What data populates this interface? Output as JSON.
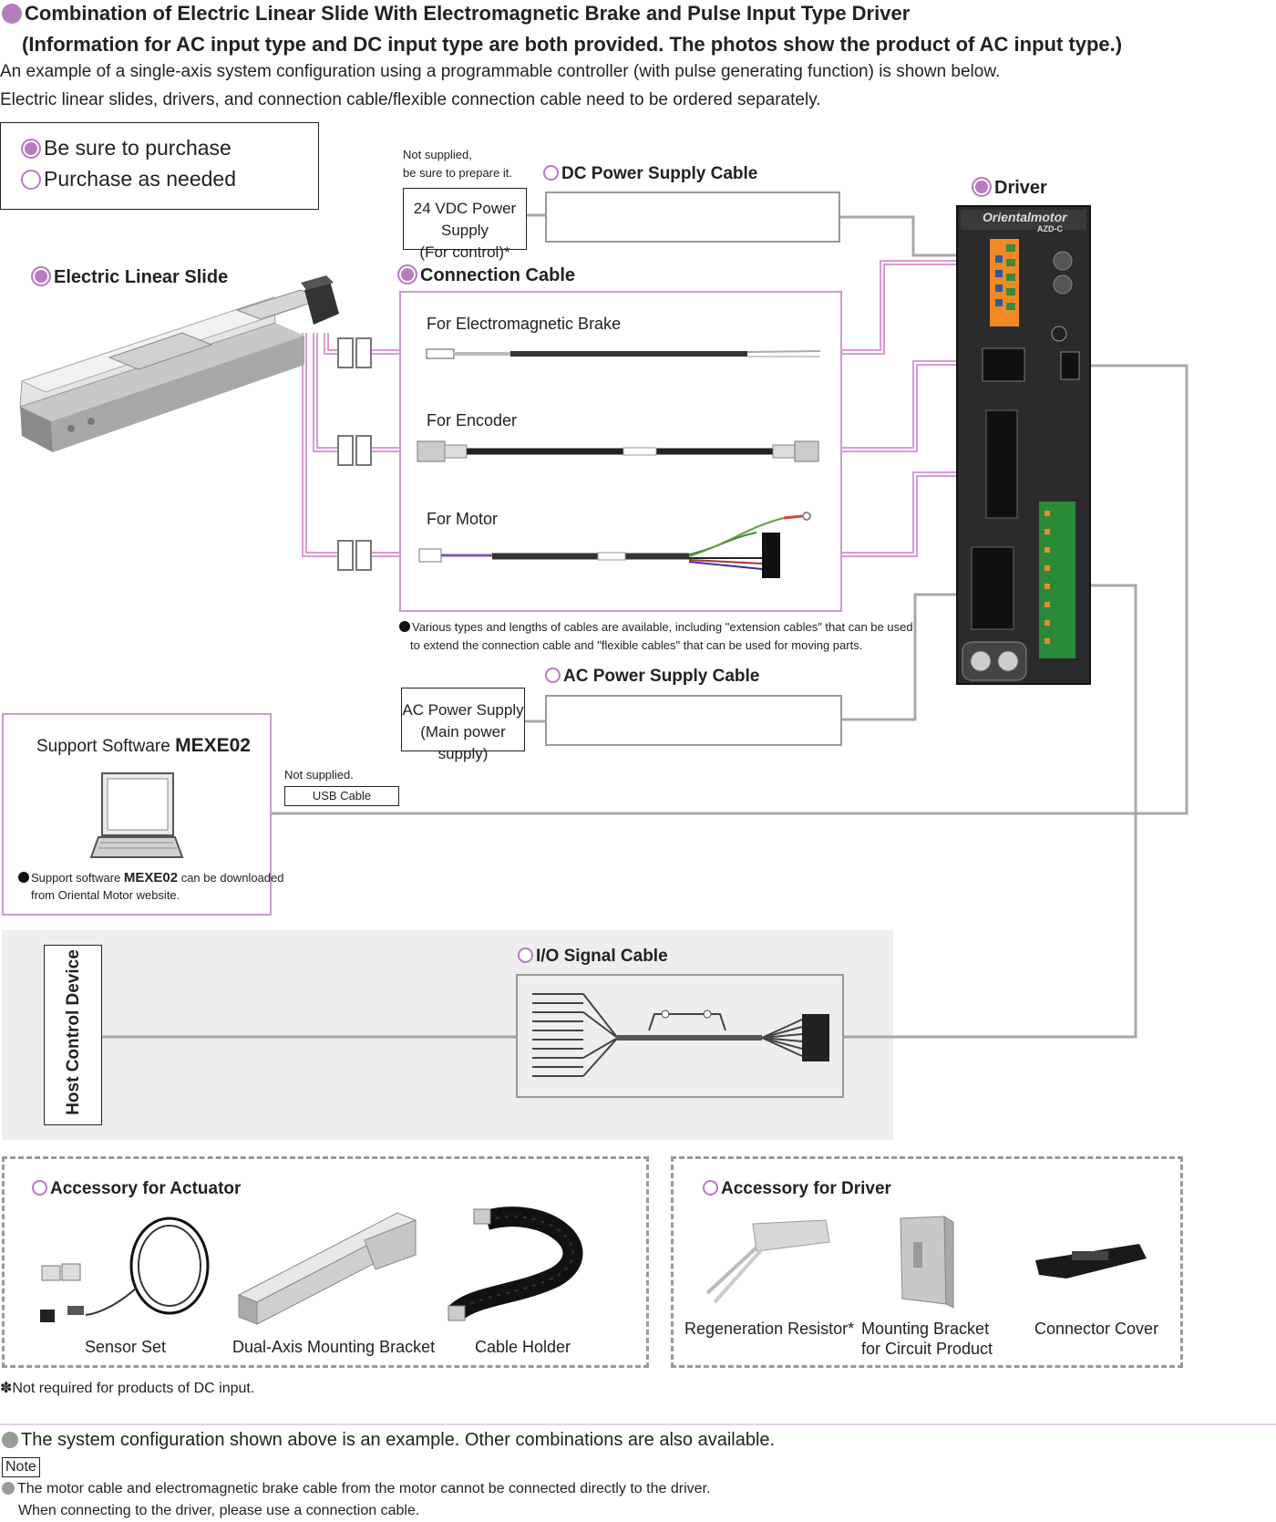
{
  "header": {
    "title": "Combination of  Electric Linear Slide With Electromagnetic Brake and Pulse Input Type Driver",
    "subtitle": "(Information for AC input type and DC input type are both provided. The photos show the product of AC input type.)",
    "intro_line1": "An example of a single-axis system configuration using a programmable controller (with pulse generating function) is shown below.",
    "intro_line2": "Electric linear slides, drivers, and connection cable/flexible connection cable need to be ordered separately."
  },
  "legend": {
    "must": "Be sure to purchase",
    "optional": "Purchase as needed"
  },
  "dc_supply": {
    "note_line1": "Not supplied,",
    "note_line2": "be sure to prepare it.",
    "label_line1": "24 VDC Power Supply",
    "label_line2": "(For control)*"
  },
  "dc_cable": {
    "label": "DC Power Supply Cable"
  },
  "driver": {
    "label": "Driver",
    "brand": "Orientalmotor",
    "model": "AZD-C"
  },
  "slide": {
    "label": "Electric Linear Slide"
  },
  "connection_cable": {
    "label": "Connection Cable",
    "brake": "For Electromagnetic Brake",
    "encoder": "For Encoder",
    "motor": "For Motor",
    "note_line1": "Various types and lengths of cables are available, including \"extension cables\" that can be used",
    "note_line2": "to extend the connection cable and \"flexible cables\" that can be used for moving parts."
  },
  "ac_cable": {
    "label": "AC Power Supply Cable"
  },
  "ac_supply": {
    "label_line1": "AC Power Supply",
    "label_line2": "(Main power supply)"
  },
  "software": {
    "title_prefix": "Support Software ",
    "title_name": "MEXE02",
    "note_prefix": "Support software ",
    "note_name": "MEXE02",
    "note_suffix": " can be downloaded",
    "note_line2": "from Oriental Motor website."
  },
  "usb": {
    "note": "Not supplied.",
    "label": "USB Cable"
  },
  "host": {
    "label": "Host Control Device"
  },
  "io_cable": {
    "label": "I/O Signal Cable"
  },
  "accessory_actuator": {
    "label": "Accessory for Actuator",
    "items": [
      "Sensor Set",
      "Dual-Axis Mounting Bracket",
      "Cable Holder"
    ]
  },
  "accessory_driver": {
    "label": "Accessory for Driver",
    "items": [
      "Regeneration Resistor*",
      "Mounting Bracket",
      "for Circuit Product",
      "Connector Cover"
    ]
  },
  "footnote": {
    "mark": "✽",
    "text": "Not required for products of DC input."
  },
  "footer": {
    "example": "The system configuration shown above is an example. Other combinations are also available.",
    "note_tag": "Note",
    "note_line1": "The motor cable and electromagnetic brake cable from the motor cannot be connected directly to the driver.",
    "note_line2": "When connecting to the driver, please use a connection cable."
  },
  "colors": {
    "purple": "#b57cc0",
    "purple_line": "#d79bd8",
    "gray_line": "#a8a8a8",
    "host_bg": "#eeeeee"
  }
}
